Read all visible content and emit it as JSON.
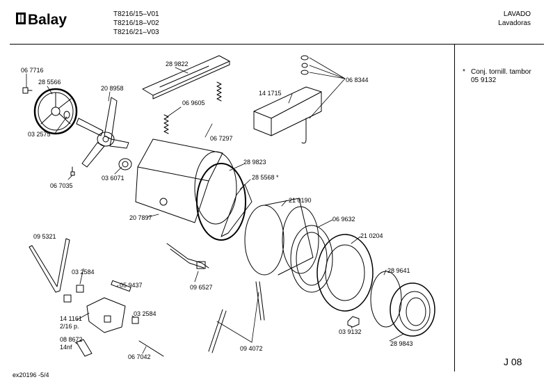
{
  "header": {
    "brand": "Balay",
    "models": [
      "T8216/15–V01",
      "T8216/18–V02",
      "T8216/21–V03"
    ],
    "section_title": "LAVADO",
    "section_subtitle": "Lavadoras"
  },
  "legend": {
    "symbol": "*",
    "text": "Conj. tornill. tambor",
    "code": "05 9132"
  },
  "page_number": "J 08",
  "doc_ref": "ex20196 -5/4",
  "parts": {
    "p067716": "06 7716",
    "p285566": "28 5566",
    "p208958": "20 8958",
    "p032575": "03 2575",
    "p067035": "06 7035",
    "p036071": "03 6071",
    "p289822": "28 9822",
    "p069605": "06 9605",
    "p067297": "06 7297",
    "p141715": "14 1715",
    "p068344": "06 8344",
    "p289823": "28 9823",
    "p285568": "28 5568 *",
    "p210190": "21 0190",
    "p069632": "06 9632",
    "p210204": "21 0204",
    "p207897": "20 7897",
    "p095321": "09 5321",
    "p032584a": "03 2584",
    "p059437": "05 9437",
    "p096527": "09 6527",
    "p289641": "28 9641",
    "p141161": "14 1161",
    "p141161b": "2/16 p.",
    "p032584b": "03 2584",
    "p039132": "03 9132",
    "p289843": "28 9843",
    "p088672": "08 8672",
    "p088672b": "14nf",
    "p067042": "06 7042",
    "p094072": "09 4072"
  }
}
